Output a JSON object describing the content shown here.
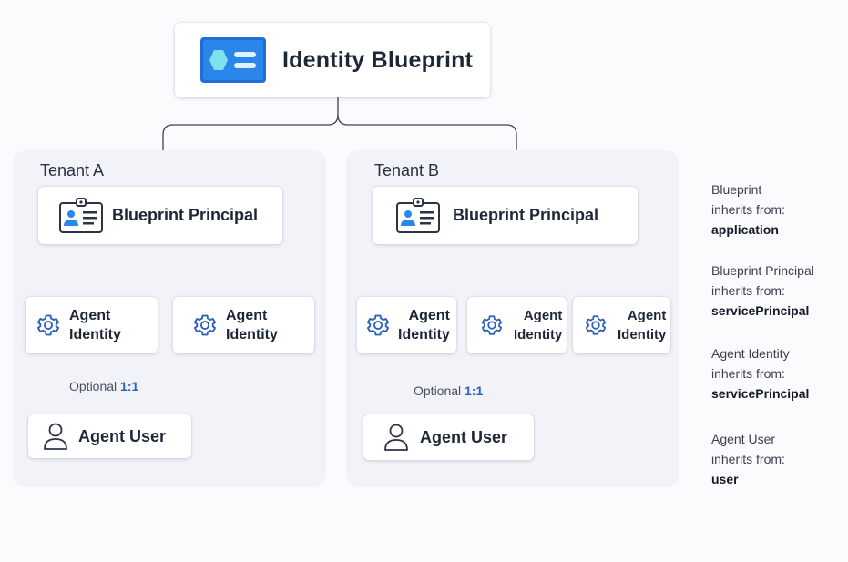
{
  "root": {
    "title": "Identity Blueprint",
    "icon": "blueprint-icon",
    "accent": "#1f6fd6"
  },
  "tenant_a": {
    "label": "Tenant A",
    "blueprint_principal": "Blueprint Principal",
    "agent_identities": [
      {
        "line1": "Agent",
        "line2": "Identity"
      },
      {
        "line1": "Agent",
        "line2": "Identity"
      }
    ],
    "optional_prefix": "Optional",
    "optional_ratio": "1:1",
    "agent_user": "Agent User"
  },
  "tenant_b": {
    "label": "Tenant B",
    "blueprint_principal": "Blueprint Principal",
    "agent_identities": [
      {
        "line1": "Agent",
        "line2": "Identity"
      },
      {
        "line1": "Agent",
        "line2": "Identity"
      },
      {
        "line1": "Agent",
        "line2": "Identity"
      }
    ],
    "optional_prefix": "Optional",
    "optional_ratio": "1:1",
    "agent_user": "Agent User"
  },
  "legend": [
    {
      "line1": "Blueprint",
      "line2": "inherits from:",
      "value": "application"
    },
    {
      "line1": "Blueprint Principal",
      "line2": "inherits from:",
      "value": "servicePrincipal"
    },
    {
      "line1": "Agent Identity",
      "line2": "inherits from:",
      "value": "servicePrincipal"
    },
    {
      "line1": "Agent User",
      "line2": "inherits from:",
      "value": "user"
    }
  ]
}
